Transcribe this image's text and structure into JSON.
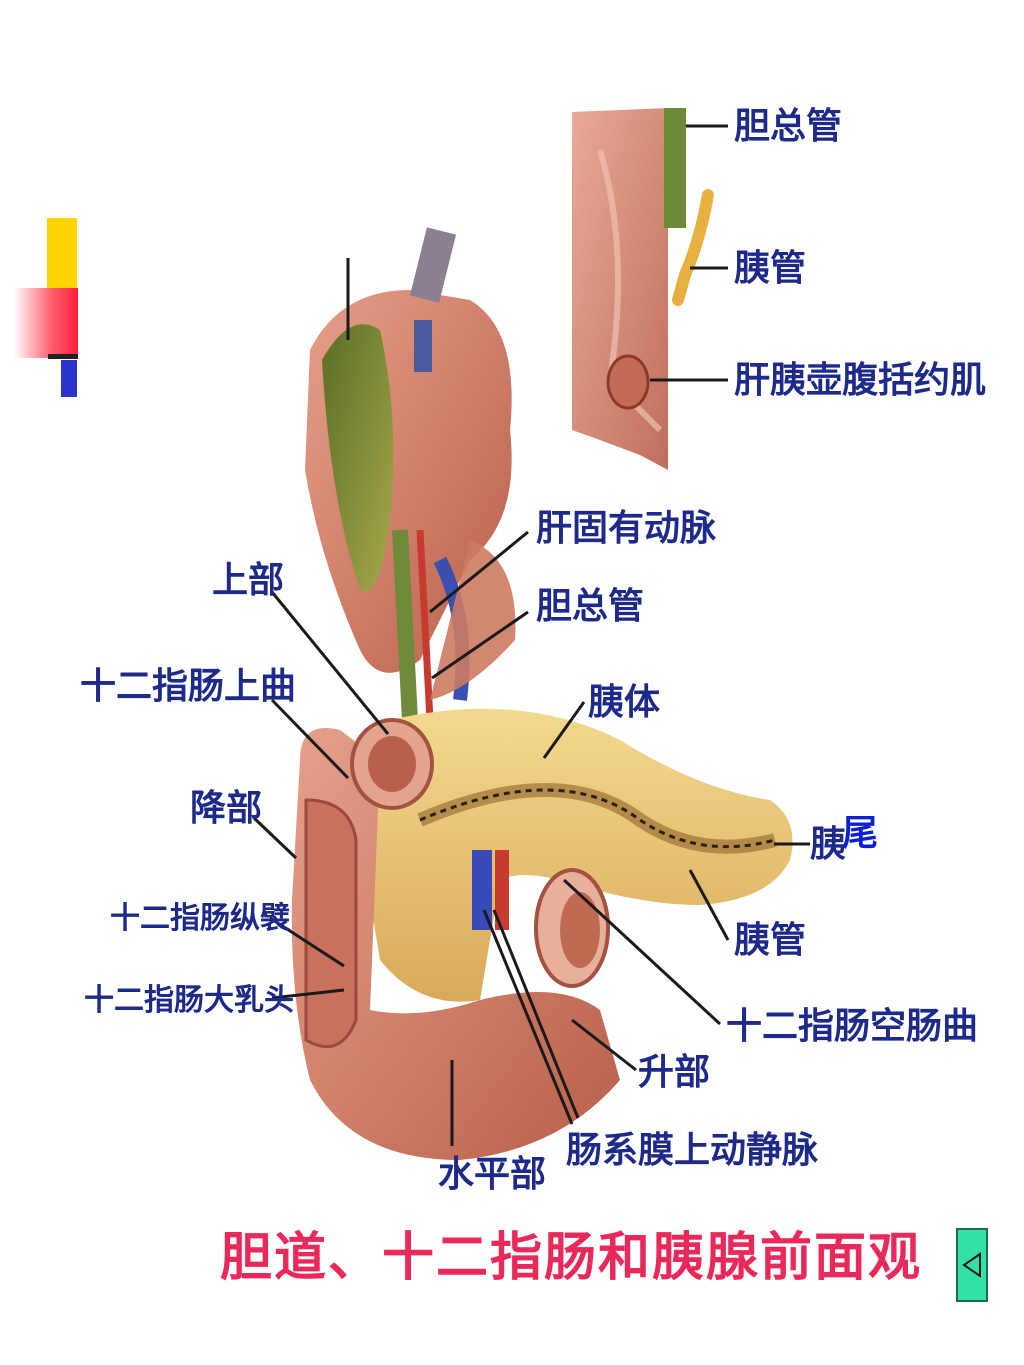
{
  "labels": {
    "inset_common_bile_duct": "胆总管",
    "inset_pancreatic_duct": "胰管",
    "inset_sphincter": "肝胰壶腹括约肌",
    "hepatic_artery": "肝固有动脉",
    "common_bile_duct": "胆总管",
    "superior_part": "上部",
    "pancreas_body": "胰体",
    "superior_flexure": "十二指肠上曲",
    "descending_part": "降部",
    "pancreas_tail_part1": "胰",
    "pancreas_tail_part2": "尾",
    "longitudinal_fold": "十二指肠纵襞",
    "pancreatic_duct": "胰管",
    "major_papilla": "十二指肠大乳头",
    "duodenojejunal_flexure": "十二指肠空肠曲",
    "ascending_part": "升部",
    "mesenteric_vessels": "肠系膜上动静脉",
    "horizontal_part": "水平部"
  },
  "caption": "胆道、十二指肠和胰腺前面观",
  "nav": {
    "back_symbol": "◁"
  },
  "colors": {
    "label_text": "#1d2a8a",
    "caption_text": "#e8295a",
    "tissue": "#d98a72",
    "pancreas": "#e7c070",
    "gallbladder": "#6b7a2a",
    "nav_button": "#33e0a8"
  }
}
